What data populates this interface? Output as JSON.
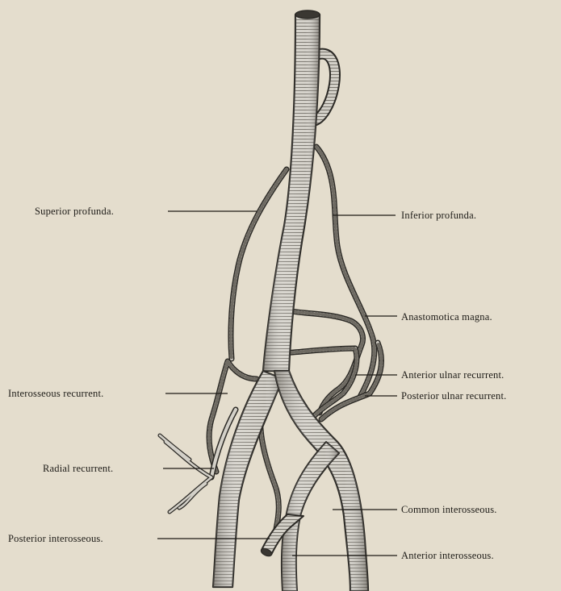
{
  "figure": {
    "labels_left": {
      "superior_profunda": "Superior profunda.",
      "interosseous_recurrent": "Interosseous recurrent.",
      "radial_recurrent": "Radial recurrent.",
      "posterior_interosseous": "Posterior interosseous."
    },
    "labels_right": {
      "inferior_profunda": "Inferior profunda.",
      "anastomotica_magna": "Anastomotica magna.",
      "anterior_ulnar_recurrent": "Anterior ulnar recurrent.",
      "posterior_ulnar_recurrent": "Posterior ulnar recurrent.",
      "common_interosseous": "Common interosseous.",
      "anterior_interosseous": "Anterior interosseous."
    }
  },
  "colors": {
    "paper": "#e4ddcd",
    "vessel_fill": "#d3d0c8",
    "vessel_outline": "#2b2925",
    "ink": "#1d1b17"
  }
}
